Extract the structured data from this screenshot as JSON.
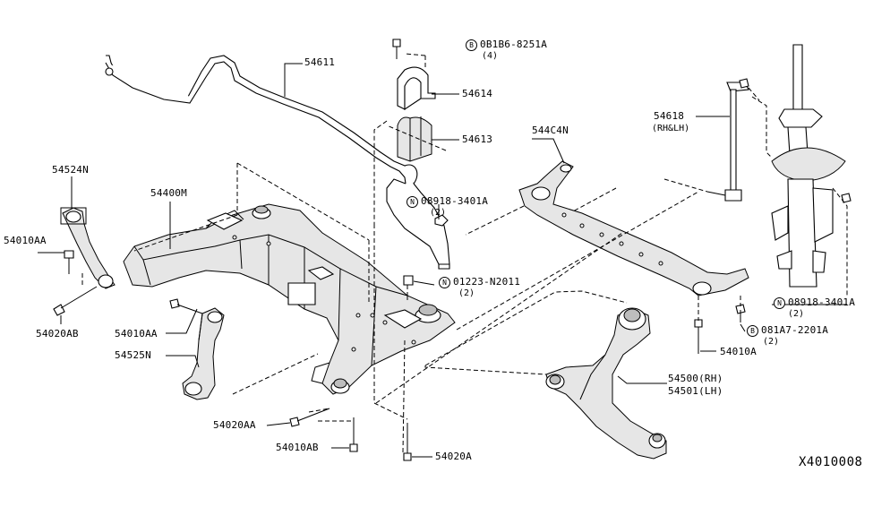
{
  "diagram_code": "X4010008",
  "parts": {
    "p54611": "54611",
    "p54614": "54614",
    "p54613": "54613",
    "p54524N": "54524N",
    "p54400M": "54400M",
    "p544C4N": "544C4N",
    "p54618": "54618",
    "p54618_sub": "(RH&LH)",
    "p54010AA_left": "54010AA",
    "p54020AB": "54020AB",
    "p54010AA_mid": "54010AA",
    "p54525N": "54525N",
    "p54020AA": "54020AA",
    "p54010AB": "54010AB",
    "p54020A": "54020A",
    "p54010A": "54010A",
    "p54500": "54500(RH)",
    "p54501": "54501(LH)"
  },
  "fasteners": {
    "f_top": {
      "symbol": "B",
      "number": "0B1B6-8251A",
      "qty": "(4)"
    },
    "f_nut_mid": {
      "symbol": "N",
      "number": "08918-3401A",
      "qty": "(2)"
    },
    "f_nut_low": {
      "symbol": "N",
      "number": "01223-N2011",
      "qty": "(2)"
    },
    "f_nut_right": {
      "symbol": "N",
      "number": "08918-3401A",
      "qty": "(2)"
    },
    "f_bolt_right": {
      "symbol": "B",
      "number": "081A7-2201A",
      "qty": "(2)"
    }
  }
}
